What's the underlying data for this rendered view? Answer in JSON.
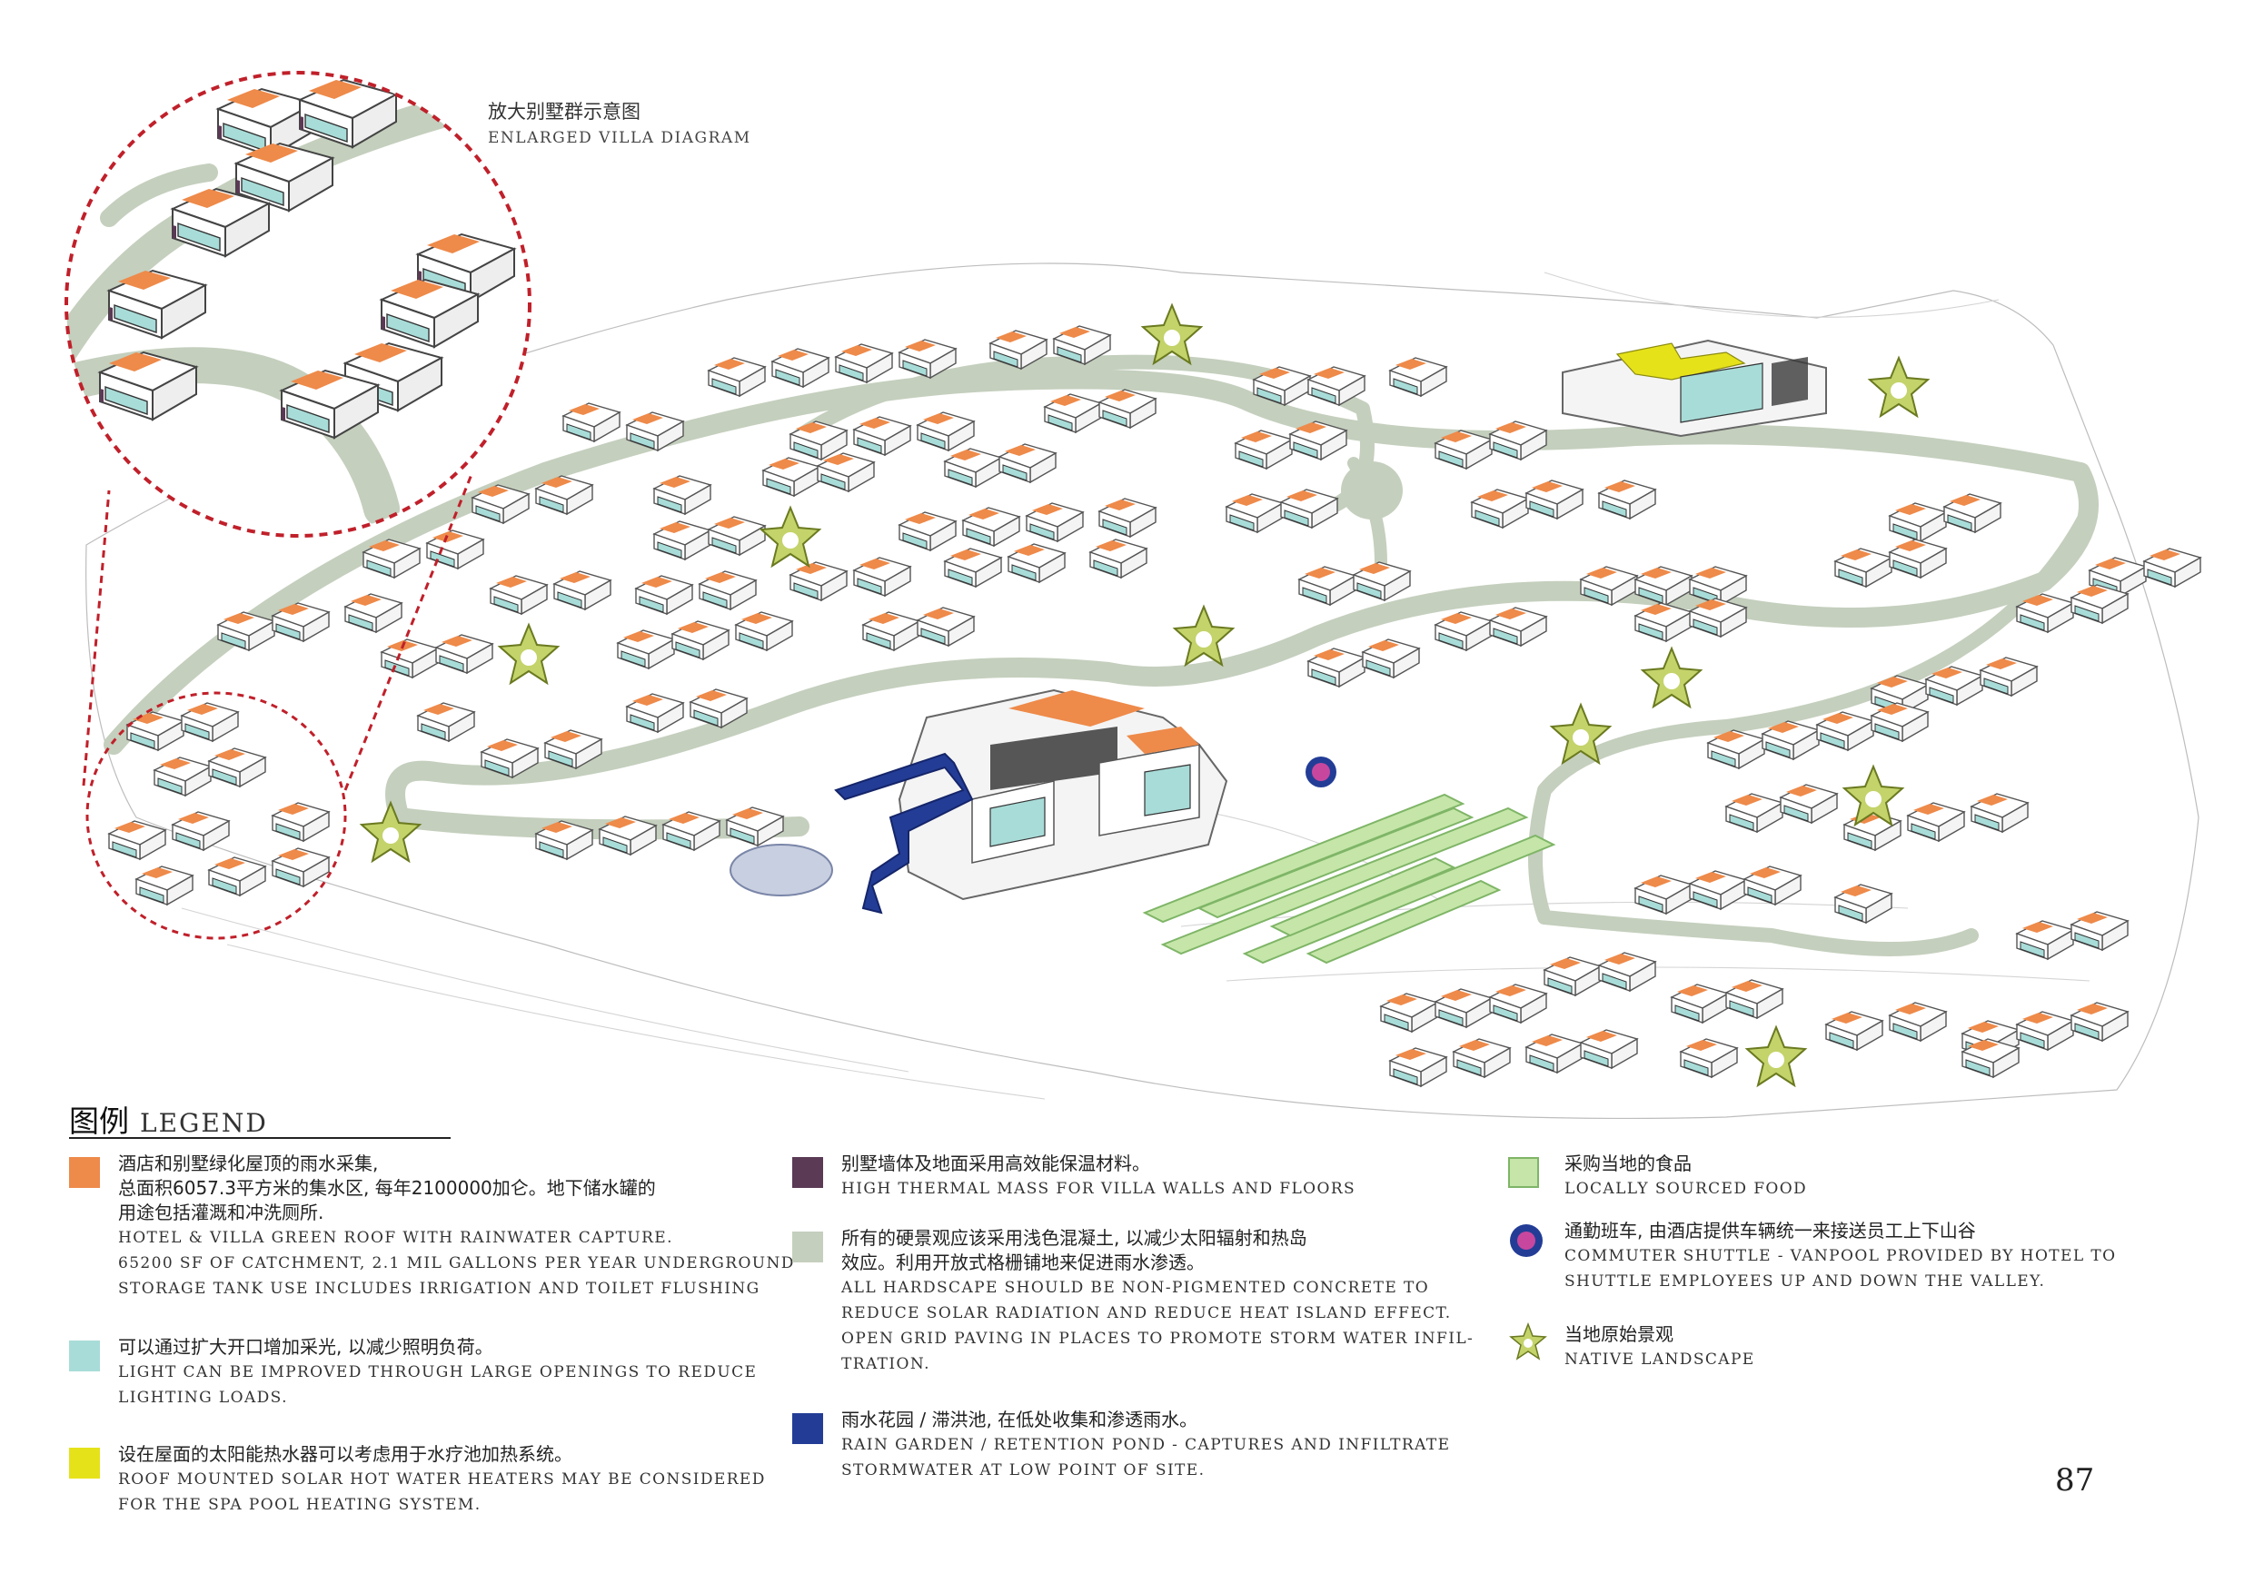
{
  "enlarged": {
    "title_cn": "放大别墅群示意图",
    "title_en": "ENLARGED VILLA DIAGRAM"
  },
  "legend": {
    "title_cn": "图例",
    "title_en": "LEGEND",
    "items": [
      {
        "cn": "酒店和别墅绿化屋顶的雨水采集,\n总面积6057.3平方米的集水区, 每年2100000加仑。地下储水罐的\n用途包括灌溉和冲洗厕所.",
        "en": "HOTEL & VILLA GREEN ROOF WITH RAINWATER CAPTURE.\n65200 SF OF CATCHMENT, 2.1 MIL GALLONS PER YEAR UNDERGROUND\nSTORAGE TANK USE INCLUDES IRRIGATION AND TOILET FLUSHING",
        "color": "#ee8a4a"
      },
      {
        "cn": "可以通过扩大开口增加采光, 以减少照明负荷。",
        "en": "LIGHT CAN BE IMPROVED THROUGH LARGE OPENINGS TO REDUCE\nLIGHTING LOADS.",
        "color": "#a8dcd8"
      },
      {
        "cn": "设在屋面的太阳能热水器可以考虑用于水疗池加热系统。",
        "en": "ROOF MOUNTED SOLAR HOT WATER HEATERS MAY BE CONSIDERED\nFOR THE SPA POOL HEATING SYSTEM.",
        "color": "#e6e21a"
      },
      {
        "cn": "别墅墙体及地面采用高效能保温材料。",
        "en": "HIGH THERMAL MASS FOR VILLA WALLS AND FLOORS",
        "color": "#5a3a55"
      },
      {
        "cn": "所有的硬景观应该采用浅色混凝土, 以减少太阳辐射和热岛\n效应。利用开放式格栅铺地来促进雨水渗透。",
        "en": "ALL HARDSCAPE SHOULD BE NON-PIGMENTED CONCRETE TO\nREDUCE SOLAR RADIATION AND REDUCE HEAT ISLAND EFFECT.\nOPEN GRID PAVING IN PLACES TO PROMOTE STORM WATER INFIL-\nTRATION.",
        "color": "#c4cfbd"
      },
      {
        "cn": "雨水花园 / 滞洪池, 在低处收集和渗透雨水。",
        "en": "RAIN GARDEN / RETENTION POND -  CAPTURES AND INFILTRATE\nSTORMWATER AT LOW POINT OF SITE.",
        "color": "#233d96"
      },
      {
        "cn": "采购当地的食品",
        "en": "LOCALLY SOURCED FOOD",
        "color": "#c5e6a8"
      },
      {
        "cn": "通勤班车, 由酒店提供车辆统一来接送员工上下山谷",
        "en": "COMMUTER SHUTTLE -  VANPOOL PROVIDED BY HOTEL TO\nSHUTTLE EMPLOYEES UP AND DOWN THE VALLEY.",
        "color": "#c8479e"
      },
      {
        "cn": "当地原始景观",
        "en": "NATIVE LANDSCAPE",
        "color": "#c4d36a"
      }
    ]
  },
  "page_number": "87",
  "colors": {
    "roof_orange": "#ee8a4a",
    "glass_cyan": "#a8dcd8",
    "solar_yellow": "#e6e21a",
    "villa_purple": "#5a3a55",
    "hardscape_grey": "#c4cfbd",
    "pond_blue": "#233d96",
    "food_green": "#c5e6a8",
    "shuttle_magenta": "#c8479e",
    "native_green": "#c4d36a",
    "leader_red": "#c0202a"
  }
}
